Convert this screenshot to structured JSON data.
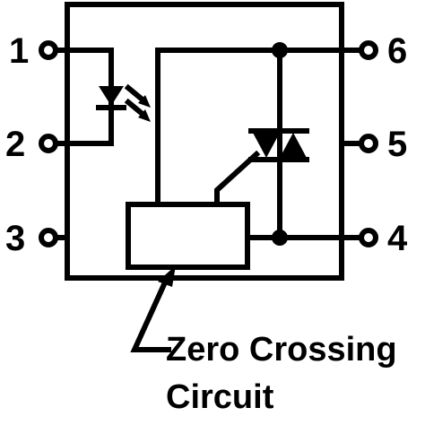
{
  "pins": [
    {
      "id": "pin-1",
      "label": "1"
    },
    {
      "id": "pin-2",
      "label": "2"
    },
    {
      "id": "pin-3",
      "label": "3"
    },
    {
      "id": "pin-4",
      "label": "4"
    },
    {
      "id": "pin-5",
      "label": "5"
    },
    {
      "id": "pin-6",
      "label": "6"
    }
  ],
  "caption": {
    "line1": "Zero Crossing",
    "line2": "Circuit"
  },
  "colors": {
    "ink": "#000000",
    "paper": "#ffffff"
  }
}
